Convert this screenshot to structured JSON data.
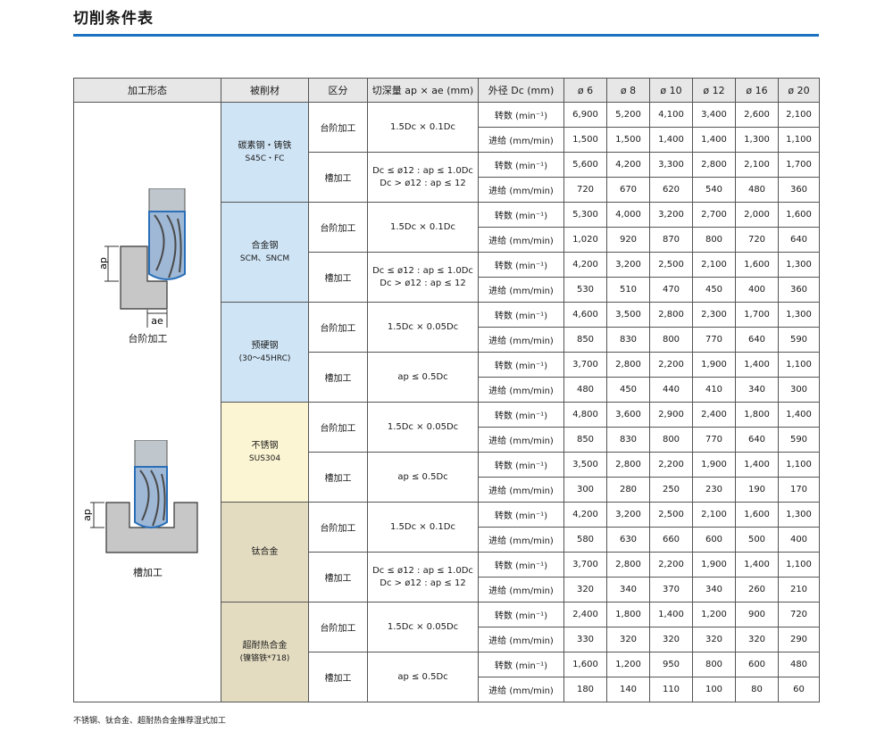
{
  "title": "切削条件表",
  "headers": {
    "shape": "加工形态",
    "material": "被削材",
    "section": "区分",
    "depth": "切深量 ap × ae (mm)",
    "dia": "外径 Dc (mm)",
    "diameters": [
      "ø 6",
      "ø 8",
      "ø 10",
      "ø 12",
      "ø 16",
      "ø 20"
    ]
  },
  "labels": {
    "speed": "转数 (min⁻¹)",
    "feed": "进给 (mm/min)"
  },
  "diagrams": {
    "step": {
      "caption": "台阶加工",
      "ap": "ap",
      "ae": "ae"
    },
    "slot": {
      "caption": "槽加工",
      "ap": "ap"
    }
  },
  "materials": [
    {
      "key": "carbon",
      "name": "碳素钢・铸铁",
      "sub": "S45C・FC",
      "rows": [
        {
          "proc": "台阶加工",
          "depth1": "1.5Dc × 0.1Dc",
          "depth2": "",
          "speed": [
            "6,900",
            "5,200",
            "4,100",
            "3,400",
            "2,600",
            "2,100"
          ],
          "feed": [
            "1,500",
            "1,500",
            "1,400",
            "1,400",
            "1,300",
            "1,100"
          ]
        },
        {
          "proc": "槽加工",
          "depth1": "Dc ≤ ø12 : ap ≤ 1.0Dc",
          "depth2": "Dc > ø12 : ap ≤ 12",
          "speed": [
            "5,600",
            "4,200",
            "3,300",
            "2,800",
            "2,100",
            "1,700"
          ],
          "feed": [
            "720",
            "670",
            "620",
            "540",
            "480",
            "360"
          ]
        }
      ]
    },
    {
      "key": "alloy",
      "name": "合金钢",
      "sub": "SCM、SNCM",
      "rows": [
        {
          "proc": "台阶加工",
          "depth1": "1.5Dc × 0.1Dc",
          "depth2": "",
          "speed": [
            "5,300",
            "4,000",
            "3,200",
            "2,700",
            "2,000",
            "1,600"
          ],
          "feed": [
            "1,020",
            "920",
            "870",
            "800",
            "720",
            "640"
          ]
        },
        {
          "proc": "槽加工",
          "depth1": "Dc ≤ ø12 : ap ≤ 1.0Dc",
          "depth2": "Dc > ø12 : ap ≤ 12",
          "speed": [
            "4,200",
            "3,200",
            "2,500",
            "2,100",
            "1,600",
            "1,300"
          ],
          "feed": [
            "530",
            "510",
            "470",
            "450",
            "400",
            "360"
          ]
        }
      ]
    },
    {
      "key": "hard",
      "name": "预硬钢",
      "sub": "(30～45HRC)",
      "rows": [
        {
          "proc": "台阶加工",
          "depth1": "1.5Dc × 0.05Dc",
          "depth2": "",
          "speed": [
            "4,600",
            "3,500",
            "2,800",
            "2,300",
            "1,700",
            "1,300"
          ],
          "feed": [
            "850",
            "830",
            "800",
            "770",
            "640",
            "590"
          ]
        },
        {
          "proc": "槽加工",
          "depth1": "ap ≤ 0.5Dc",
          "depth2": "",
          "speed": [
            "3,700",
            "2,800",
            "2,200",
            "1,900",
            "1,400",
            "1,100"
          ],
          "feed": [
            "480",
            "450",
            "440",
            "410",
            "340",
            "300"
          ]
        }
      ]
    },
    {
      "key": "stain",
      "name": "不锈钢",
      "sub": "SUS304",
      "rows": [
        {
          "proc": "台阶加工",
          "depth1": "1.5Dc × 0.05Dc",
          "depth2": "",
          "speed": [
            "4,800",
            "3,600",
            "2,900",
            "2,400",
            "1,800",
            "1,400"
          ],
          "feed": [
            "850",
            "830",
            "800",
            "770",
            "640",
            "590"
          ]
        },
        {
          "proc": "槽加工",
          "depth1": "ap ≤ 0.5Dc",
          "depth2": "",
          "speed": [
            "3,500",
            "2,800",
            "2,200",
            "1,900",
            "1,400",
            "1,100"
          ],
          "feed": [
            "300",
            "280",
            "250",
            "230",
            "190",
            "170"
          ]
        }
      ]
    },
    {
      "key": "ti",
      "name": "钛合金",
      "sub": "",
      "rows": [
        {
          "proc": "台阶加工",
          "depth1": "1.5Dc × 0.1Dc",
          "depth2": "",
          "speed": [
            "4,200",
            "3,200",
            "2,500",
            "2,100",
            "1,600",
            "1,300"
          ],
          "feed": [
            "580",
            "630",
            "660",
            "600",
            "500",
            "400"
          ]
        },
        {
          "proc": "槽加工",
          "depth1": "Dc ≤ ø12 : ap ≤ 1.0Dc",
          "depth2": "Dc > ø12 : ap ≤ 12",
          "speed": [
            "3,700",
            "2,800",
            "2,200",
            "1,900",
            "1,400",
            "1,100"
          ],
          "feed": [
            "320",
            "340",
            "370",
            "340",
            "260",
            "210"
          ]
        }
      ]
    },
    {
      "key": "super",
      "name": "超耐热合金",
      "sub": "(镍铬铁*718)",
      "rows": [
        {
          "proc": "台阶加工",
          "depth1": "1.5Dc × 0.05Dc",
          "depth2": "",
          "speed": [
            "2,400",
            "1,800",
            "1,400",
            "1,200",
            "900",
            "720"
          ],
          "feed": [
            "330",
            "320",
            "320",
            "320",
            "320",
            "290"
          ]
        },
        {
          "proc": "槽加工",
          "depth1": "ap ≤ 0.5Dc",
          "depth2": "",
          "speed": [
            "1,600",
            "1,200",
            "950",
            "800",
            "600",
            "480"
          ],
          "feed": [
            "180",
            "140",
            "110",
            "100",
            "80",
            "60"
          ]
        }
      ]
    }
  ],
  "footnote": "不锈钢、钛合金、超耐热合金推荐湿式加工",
  "colors": {
    "accent_rule": "#1b72c0",
    "blue_material": "#cfe4f5",
    "yellow_material": "#fbf5d3",
    "tan_material": "#e4dcc1",
    "header_gray": "#e7e7e7"
  }
}
